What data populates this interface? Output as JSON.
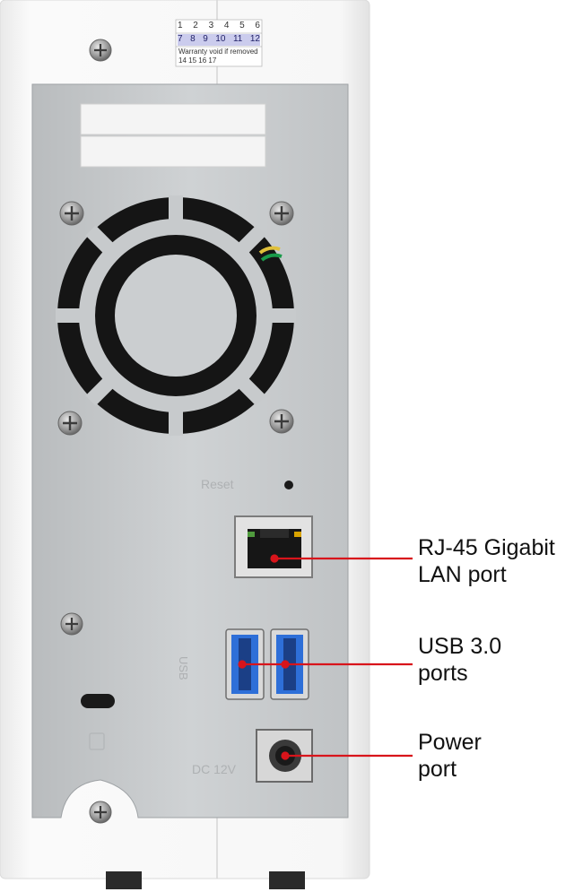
{
  "image": {
    "subject": "nas-rear-panel"
  },
  "sticker": {
    "numbers_row1": [
      "1",
      "2",
      "3",
      "4",
      "5",
      "6"
    ],
    "numbers_row2": [
      "7",
      "8",
      "9",
      "10",
      "11",
      "12"
    ],
    "warning": "Warranty void if removed",
    "numbers_row3": "14 15 16 17"
  },
  "panel_marks": {
    "reset": "Reset",
    "usb": "USB",
    "dc": "DC 12V"
  },
  "callouts": [
    {
      "id": "lan",
      "line1": "RJ-45 Gigabit",
      "line2": "LAN port"
    },
    {
      "id": "usb",
      "line1": "USB 3.0",
      "line2": "ports"
    },
    {
      "id": "power",
      "line1": "Power",
      "line2": "port"
    }
  ],
  "colors": {
    "background": "#ffffff",
    "chassis": "#f4f4f4",
    "panel": "#c9ccce",
    "callout_line": "#d8141b",
    "usb_blue": "#2e6fd8",
    "fan": "#151515"
  }
}
